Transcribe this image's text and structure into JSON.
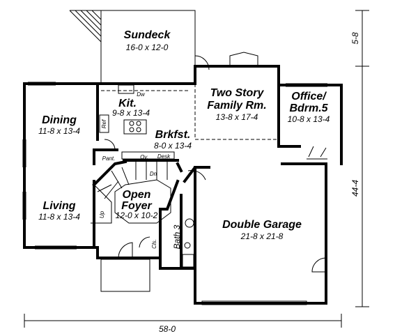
{
  "rooms": {
    "sundeck": {
      "name": "Sundeck",
      "size": "16-0 x 12-0"
    },
    "kitchen": {
      "name": "Kit.",
      "size": "9-8 x 13-4"
    },
    "dining": {
      "name": "Dining",
      "size": "11-8 x 13-4"
    },
    "breakfast": {
      "name": "Brkfst.",
      "size": "8-0 x 13-4"
    },
    "family": {
      "name_line1": "Two Story",
      "name_line2": "Family Rm.",
      "size": "13-8 x 17-4"
    },
    "office": {
      "name_line1": "Office/",
      "name_line2": "Bdrm.5",
      "size": "10-8 x 13-4"
    },
    "living": {
      "name": "Living",
      "size": "11-8 x 13-4"
    },
    "foyer": {
      "name_line1": "Open",
      "name_line2": "Foyer",
      "size": "12-0 x 10-2"
    },
    "garage": {
      "name": "Double Garage",
      "size": "21-8 x 21-8"
    },
    "bath": {
      "name": "Bath 3"
    }
  },
  "fixtures": {
    "dw": "Dw",
    "ref": "Ref",
    "pantry": "Pant.",
    "oven": "Ov.",
    "desk": "Desk",
    "down": "Dn",
    "up": "Up",
    "closet": "Cls."
  },
  "dimensions": {
    "width": "58-0",
    "depth": "44-4",
    "deck_offset": "5-8"
  }
}
